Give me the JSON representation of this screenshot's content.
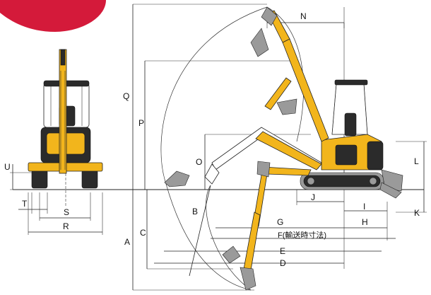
{
  "brand": {
    "badge_color": "#d41a3a"
  },
  "colors": {
    "machine_yellow": "#f2b51c",
    "outline": "#222222"
  },
  "labels": {
    "A": "A",
    "B": "B",
    "C": "C",
    "D": "D",
    "E": "E",
    "F": "F(輸送時寸法)",
    "G": "G",
    "H": "H",
    "I": "I",
    "J": "J",
    "K": "K",
    "L": "L",
    "N": "N",
    "O": "O",
    "P": "P",
    "Q": "Q",
    "R": "R",
    "S": "S",
    "T": "T",
    "U": "U"
  }
}
